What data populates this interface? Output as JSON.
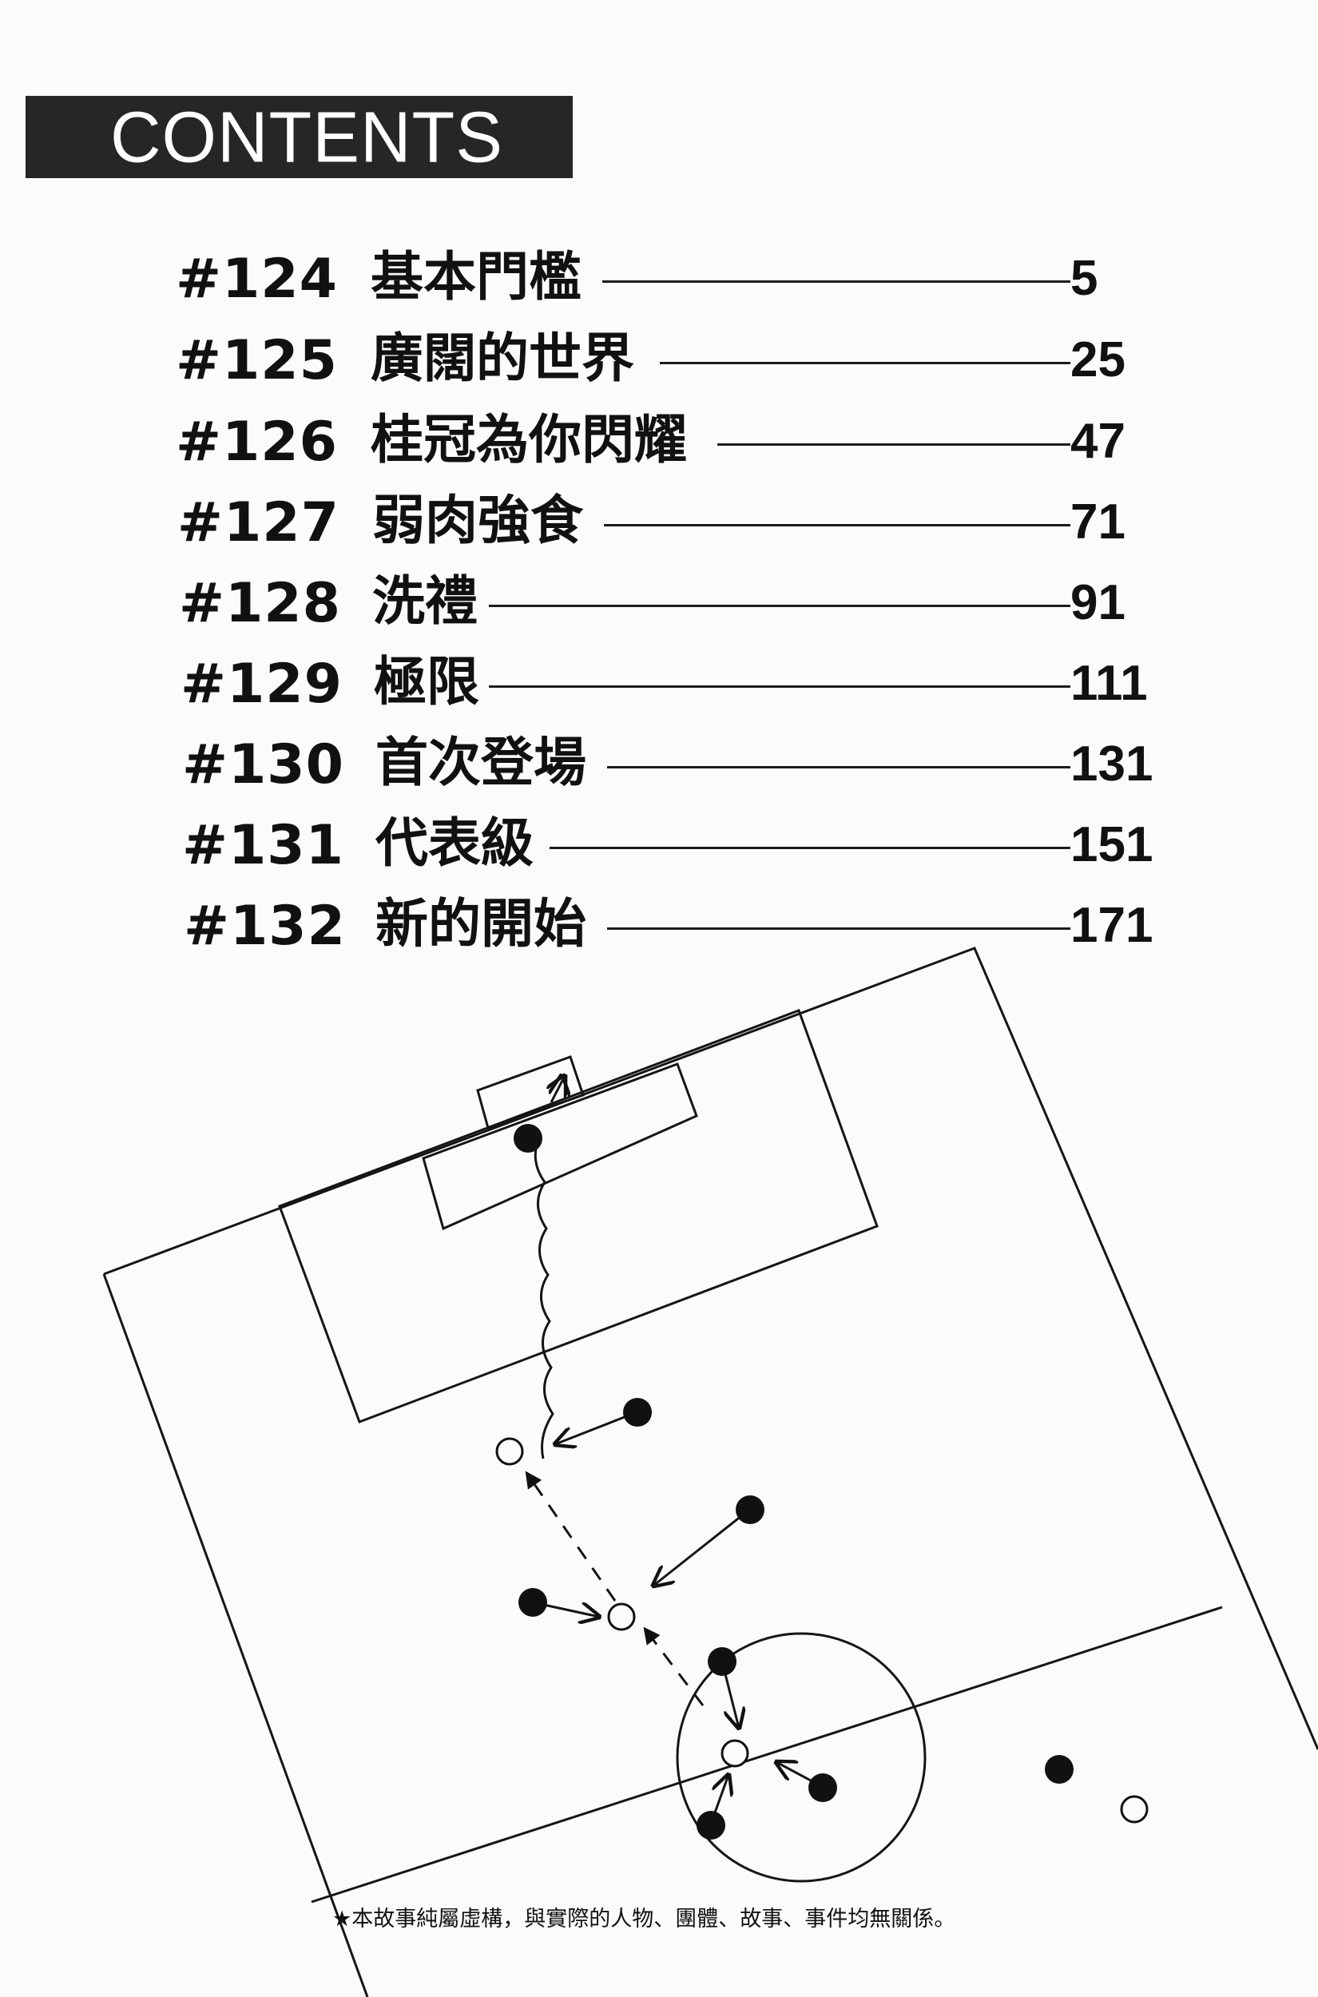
{
  "header": {
    "title": "CONTENTS"
  },
  "toc": [
    {
      "number": "#124",
      "title": "基本門檻",
      "page": "5"
    },
    {
      "number": "#125",
      "title": "廣闊的世界",
      "page": "25"
    },
    {
      "number": "#126",
      "title": "桂冠為你閃耀",
      "page": "47"
    },
    {
      "number": "#127",
      "title": "弱肉強食",
      "page": "71"
    },
    {
      "number": "#128",
      "title": "洗禮",
      "page": "91"
    },
    {
      "number": "#129",
      "title": "極限",
      "page": "111"
    },
    {
      "number": "#130",
      "title": "首次登場",
      "page": "131"
    },
    {
      "number": "#131",
      "title": "代表級",
      "page": "151"
    },
    {
      "number": "#132",
      "title": "新的開始",
      "page": "171"
    }
  ],
  "footnote": "★本故事純屬虛構，與實際的人物、團體、故事、事件均無關係。",
  "colors": {
    "ink": "#111111",
    "band": "#262626",
    "paper": "#fbfbfb"
  }
}
